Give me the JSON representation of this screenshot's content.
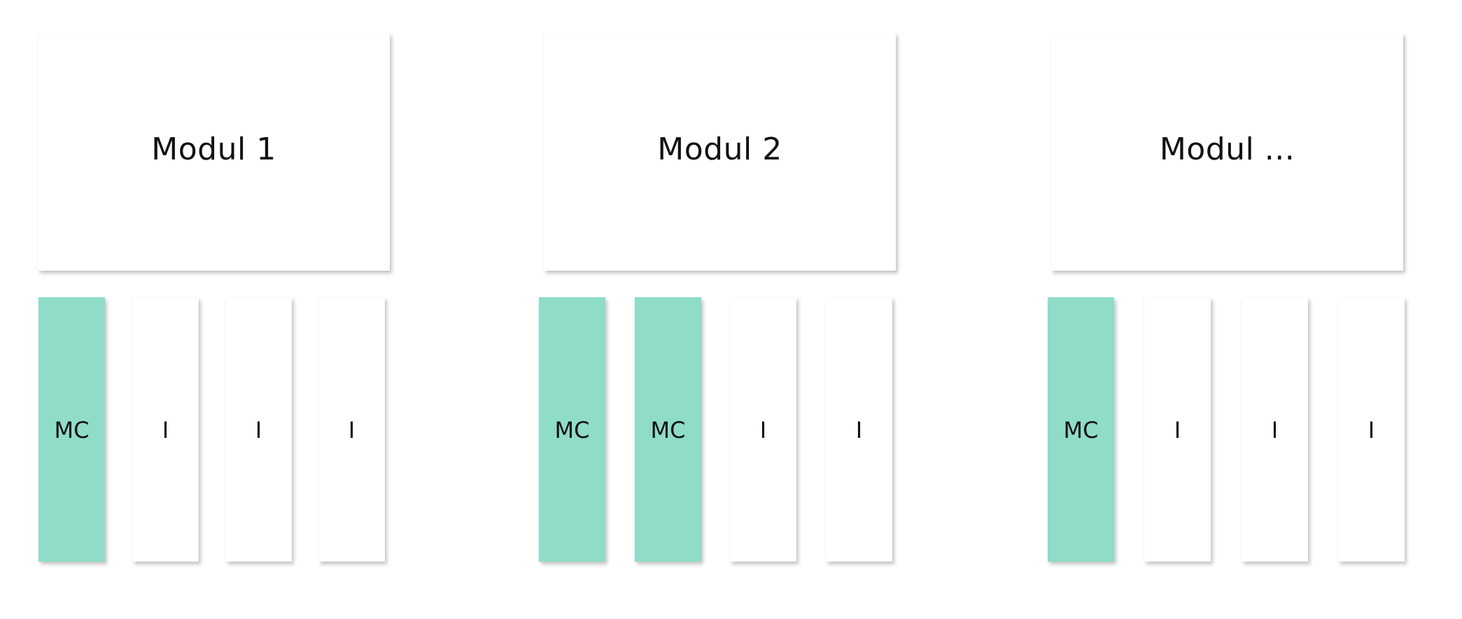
{
  "modules": [
    {
      "title": "Modul 1",
      "items": [
        {
          "label": "MC",
          "kind": "mc"
        },
        {
          "label": "I",
          "kind": "i"
        },
        {
          "label": "I",
          "kind": "i"
        },
        {
          "label": "I",
          "kind": "i"
        }
      ]
    },
    {
      "title": "Modul 2",
      "items": [
        {
          "label": "MC",
          "kind": "mc"
        },
        {
          "label": "MC",
          "kind": "mc"
        },
        {
          "label": "I",
          "kind": "i"
        },
        {
          "label": "I",
          "kind": "i"
        }
      ]
    },
    {
      "title": "Modul ...",
      "items": [
        {
          "label": "MC",
          "kind": "mc"
        },
        {
          "label": "I",
          "kind": "i"
        },
        {
          "label": "I",
          "kind": "i"
        },
        {
          "label": "I",
          "kind": "i"
        }
      ]
    }
  ],
  "colors": {
    "mc_fill": "#8fdcc9",
    "i_fill": "#ffffff"
  }
}
